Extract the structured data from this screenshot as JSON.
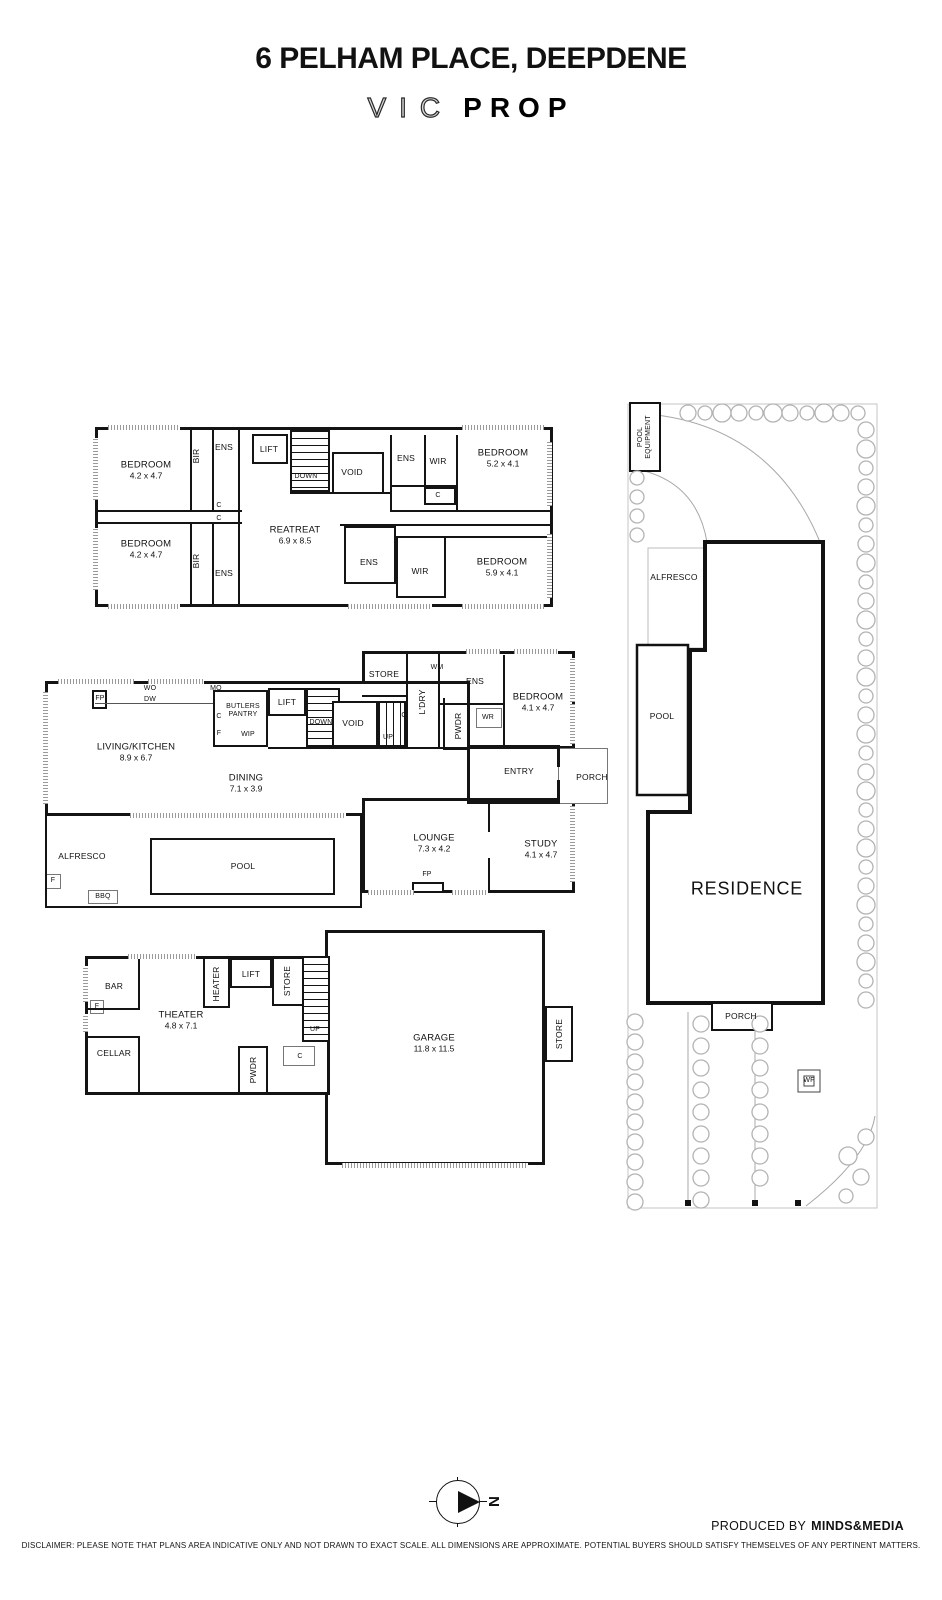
{
  "header": {
    "address": "6 PELHAM PLACE, DEEPDENE",
    "brand_light": "VIC",
    "brand_bold": "PROP"
  },
  "upper": {
    "bedroom_tl": {
      "name": "BEDROOM",
      "dims": "4.2 x 4.7"
    },
    "bir_top": "BIR",
    "ens_tl": "ENS",
    "lift": "LIFT",
    "down": "DOWN",
    "void": "VOID",
    "ens_tr": "ENS",
    "wir_tr": "WIR",
    "bedroom_tr": {
      "name": "BEDROOM",
      "dims": "5.2 x 4.1"
    },
    "c_tr": "C",
    "c_mid1": "C",
    "c_mid2": "C",
    "bedroom_bl": {
      "name": "BEDROOM",
      "dims": "4.2 x 4.7"
    },
    "bir_bot": "BIR",
    "ens_bl": "ENS",
    "retreat": {
      "name": "REATREAT",
      "dims": "6.9 x 8.5"
    },
    "ens_bm": "ENS",
    "wir_bm": "WIR",
    "bedroom_br": {
      "name": "BEDROOM",
      "dims": "5.9 x 4.1"
    }
  },
  "ground": {
    "store": "STORE",
    "wm": "WM",
    "ldry": "L'DRY",
    "ens": "ENS",
    "bedroom": {
      "name": "BEDROOM",
      "dims": "4.1 x 4.7"
    },
    "fp_top": "FP",
    "wo": "WO",
    "dw": "DW",
    "mo": "MO",
    "c_kit": "C",
    "f_kit": "F",
    "butlers_l1": "BUTLERS",
    "butlers_l2": "PANTRY",
    "wip": "WIP",
    "lift": "LIFT",
    "down": "DOWN",
    "void": "VOID",
    "up": "UP",
    "c_hall": "C",
    "pwdr": "PWDR",
    "wr": "WR",
    "living": {
      "name": "LIVING/KITCHEN",
      "dims": "8.9 x 6.7"
    },
    "dining": {
      "name": "DINING",
      "dims": "7.1 x 3.9"
    },
    "entry": "ENTRY",
    "porch": "PORCH",
    "lounge": {
      "name": "LOUNGE",
      "dims": "7.3 x 4.2"
    },
    "study": {
      "name": "STUDY",
      "dims": "4.1 x 4.7"
    },
    "alfresco": "ALFRESCO",
    "pool": "POOL",
    "fp_bot": "FP",
    "f_alf": "F",
    "bbq": "BBQ"
  },
  "basement": {
    "bar": "BAR",
    "f": "F",
    "heater": "HEATER",
    "lift": "LIFT",
    "store_l": "STORE",
    "up": "UP",
    "theater": {
      "name": "THEATER",
      "dims": "4.8 x 7.1"
    },
    "cellar": "CELLAR",
    "pwdr": "PWDR",
    "c": "C",
    "garage": {
      "name": "GARAGE",
      "dims": "11.8 x 11.5"
    },
    "store_r": "STORE"
  },
  "site": {
    "pool_equipment_l1": "POOL",
    "pool_equipment_l2": "EQUIPMENT",
    "alfresco": "ALFRESCO",
    "pool": "POOL",
    "residence": "RESIDENCE",
    "porch": "PORCH",
    "wf": "WF"
  },
  "compass": {
    "north": "N"
  },
  "footer": {
    "produced_prefix": "PRODUCED BY",
    "producer": "MINDS&MEDIA",
    "disclaimer": "DISCLAIMER: PLEASE NOTE THAT PLANS AREA INDICATIVE ONLY AND NOT DRAWN TO EXACT SCALE. ALL DIMENSIONS ARE APPROXIMATE. POTENTIAL BUYERS SHOULD SATISFY THEMSELVES OF ANY PERTINENT MATTERS."
  },
  "colors": {
    "wall": "#141414",
    "tree_outline": "#b3b3b3",
    "text": "#111111"
  }
}
